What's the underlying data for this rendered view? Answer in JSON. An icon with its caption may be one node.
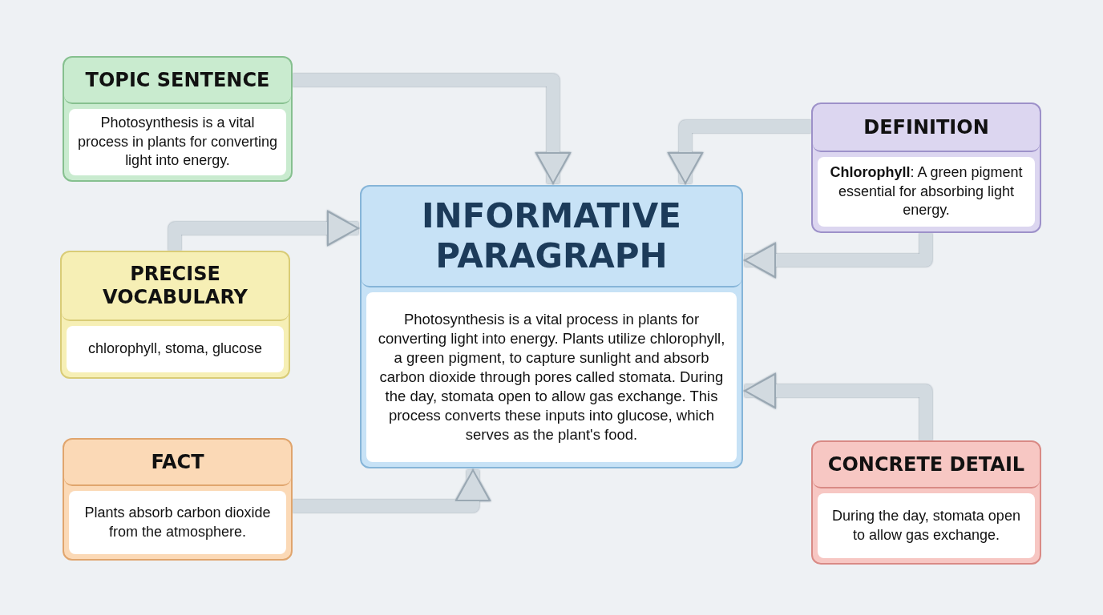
{
  "diagram": {
    "nodes": [
      {
        "text": [
          "TOPIC SENTENCE",
          "Photosynthesis is a vital process in plants for converting light into energy."
        ]
      },
      {
        "text": [
          "DEFINITION",
          "**Chlorophyll**: A green pigment essential for absorbing light energy."
        ]
      },
      {
        "text": [
          "INFORMATIVE PARAGRAPH",
          "Photosynthesis is a vital process in plants for converting light into energy. Plants utilize chlorophyll, a green pigment, to capture sunlight and absorb carbon dioxide through pores called stomata. During the day, stomata open to allow gas exchange. This process converts these inputs into glucose, which serves as the plant's food."
        ]
      },
      {
        "text": [
          "PRECISE VOCABULARY",
          "chlorophyll, stoma, glucose"
        ]
      },
      {
        "text": [
          "FACT",
          "Plants absorb carbon dioxide from the atmosphere."
        ]
      },
      {
        "text": [
          "CONCRETE DETAIL",
          "During the day, stomata open to allow gas exchange."
        ]
      }
    ],
    "edges": [
      {
        "from": 0,
        "to": 2,
        "arrow": "to"
      },
      {
        "from": 1,
        "to": 2,
        "arrow": "to"
      },
      {
        "from": 3,
        "to": 2,
        "arrow": "to"
      },
      {
        "from": 1,
        "to": 2,
        "arrow": "to"
      },
      {
        "from": 4,
        "to": 2,
        "arrow": "to"
      },
      {
        "from": 5,
        "to": 2,
        "arrow": "to"
      }
    ]
  }
}
